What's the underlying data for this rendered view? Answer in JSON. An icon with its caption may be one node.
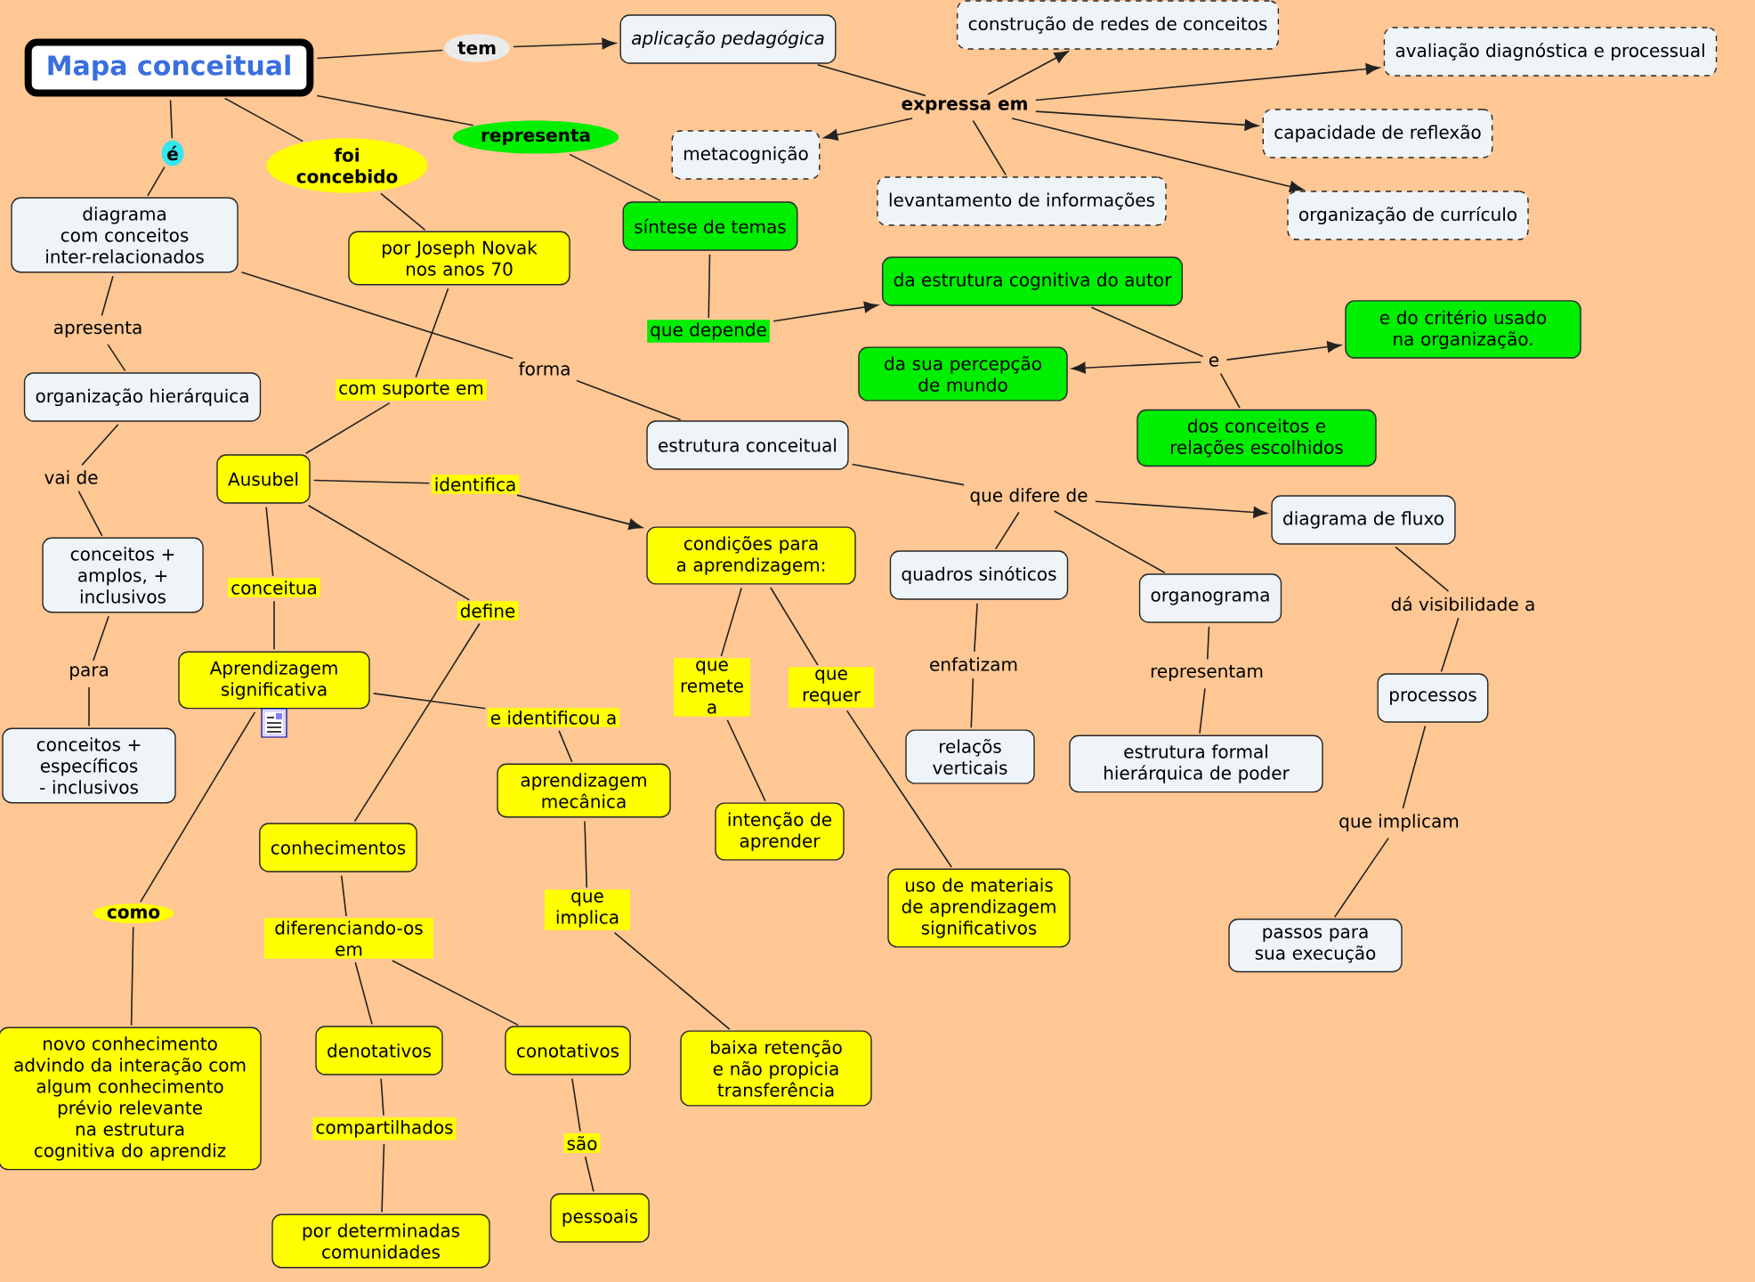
{
  "diagram": {
    "nodes": [
      {
        "text": [
          "Mapa conceitual"
        ]
      },
      {
        "text": [
          "aplicação pedagógica"
        ]
      },
      {
        "text": [
          "construção de redes de conceitos"
        ]
      },
      {
        "text": [
          "avaliação diagnóstica e processual"
        ]
      },
      {
        "text": [
          "capacidade de reflexão"
        ]
      },
      {
        "text": [
          "metacognição"
        ]
      },
      {
        "text": [
          "levantamento de informações"
        ]
      },
      {
        "text": [
          "organização de currículo"
        ]
      },
      {
        "text": [
          "diagrama com conceitos inter-relacionados"
        ]
      },
      {
        "text": [
          "por Joseph Novak nos anos 70"
        ]
      },
      {
        "text": [
          "síntese de temas"
        ]
      },
      {
        "text": [
          "da estrutura cognitiva do autor"
        ]
      },
      {
        "text": [
          "da sua percepção de mundo"
        ]
      },
      {
        "text": [
          "e do critério usado na organização."
        ]
      },
      {
        "text": [
          "dos conceitos e relações escolhidos"
        ]
      },
      {
        "text": [
          "organização hierárquica"
        ]
      },
      {
        "text": [
          "estrutura conceitual"
        ]
      },
      {
        "text": [
          "Ausubel"
        ]
      },
      {
        "text": [
          "condições para a aprendizagem:"
        ]
      },
      {
        "text": [
          "diagrama de fluxo"
        ]
      },
      {
        "text": [
          "quadros sinóticos"
        ]
      },
      {
        "text": [
          "organograma"
        ]
      },
      {
        "text": [
          "conceitos + amplos, + inclusivos"
        ]
      },
      {
        "text": [
          "Aprendizagem significativa"
        ]
      },
      {
        "text": [
          "conceitos + específicos - inclusivos"
        ]
      },
      {
        "text": [
          "aprendizagem mecânica"
        ]
      },
      {
        "text": [
          "intenção de aprender"
        ]
      },
      {
        "text": [
          "uso de materiais de aprendizagem significativos"
        ]
      },
      {
        "text": [
          "relaçõs verticais"
        ]
      },
      {
        "text": [
          "estrutura formal hierárquica de poder"
        ]
      },
      {
        "text": [
          "processos"
        ]
      },
      {
        "text": [
          "conhecimentos"
        ]
      },
      {
        "text": [
          "passos para sua execução"
        ]
      },
      {
        "text": [
          "novo conhecimento advindo da interação com algum conhecimento prévio relevante na estrutura cognitiva do aprendiz"
        ]
      },
      {
        "text": [
          "denotativos"
        ]
      },
      {
        "text": [
          "conotativos"
        ]
      },
      {
        "text": [
          "baixa retenção e não propicia transferência"
        ]
      },
      {
        "text": [
          "por determinadas comunidades"
        ]
      },
      {
        "text": [
          "pessoais"
        ]
      },
      {
        "text": [
          "tem"
        ]
      },
      {
        "text": [
          "é"
        ]
      },
      {
        "text": [
          "foi concebido"
        ]
      },
      {
        "text": [
          "representa"
        ]
      },
      {
        "text": [
          "expressa em"
        ]
      },
      {
        "text": [
          "que depende"
        ]
      },
      {
        "text": [
          "e"
        ]
      },
      {
        "text": [
          "apresenta"
        ]
      },
      {
        "text": [
          "com suporte em"
        ]
      },
      {
        "text": [
          "forma"
        ]
      },
      {
        "text": [
          "vai de"
        ]
      },
      {
        "text": [
          "identifica"
        ]
      },
      {
        "text": [
          "conceitua"
        ]
      },
      {
        "text": [
          "define"
        ]
      },
      {
        "text": [
          "que difere de"
        ]
      },
      {
        "text": [
          "para"
        ]
      },
      {
        "text": [
          "e identificou a"
        ]
      },
      {
        "text": [
          "que remete a"
        ]
      },
      {
        "text": [
          "que requer"
        ]
      },
      {
        "text": [
          "enfatizam"
        ]
      },
      {
        "text": [
          "representam"
        ]
      },
      {
        "text": [
          "dá visibilidade a"
        ]
      },
      {
        "text": [
          "que implicam"
        ]
      },
      {
        "text": [
          "como"
        ]
      },
      {
        "text": [
          "diferenciando-os em"
        ]
      },
      {
        "text": [
          "que implica"
        ]
      },
      {
        "text": [
          "compartilhados"
        ]
      },
      {
        "text": [
          "são"
        ]
      }
    ],
    "edges": [
      {
        "from": 0,
        "to": 39,
        "arrow": "none"
      },
      {
        "from": 39,
        "to": 1,
        "arrow": "to"
      },
      {
        "from": 0,
        "to": 40,
        "arrow": "none"
      },
      {
        "from": 40,
        "to": 8,
        "arrow": "none"
      },
      {
        "from": 0,
        "to": 41,
        "arrow": "none"
      },
      {
        "from": 41,
        "to": 9,
        "arrow": "none"
      },
      {
        "from": 0,
        "to": 42,
        "arrow": "none"
      },
      {
        "from": 42,
        "to": 10,
        "arrow": "none"
      },
      {
        "from": 1,
        "to": 43,
        "arrow": "none"
      },
      {
        "from": 43,
        "to": 2,
        "arrow": "to"
      },
      {
        "from": 43,
        "to": 3,
        "arrow": "to"
      },
      {
        "from": 43,
        "to": 4,
        "arrow": "to"
      },
      {
        "from": 43,
        "to": 7,
        "arrow": "to"
      },
      {
        "from": 43,
        "to": 5,
        "arrow": "to"
      },
      {
        "from": 43,
        "to": 6,
        "arrow": "none"
      },
      {
        "from": 10,
        "to": 44,
        "arrow": "none"
      },
      {
        "from": 44,
        "to": 11,
        "arrow": "to"
      },
      {
        "from": 11,
        "to": 45,
        "arrow": "none"
      },
      {
        "from": 45,
        "to": 12,
        "arrow": "to"
      },
      {
        "from": 45,
        "to": 13,
        "arrow": "to"
      },
      {
        "from": 45,
        "to": 14,
        "arrow": "none"
      },
      {
        "from": 8,
        "to": 46,
        "arrow": "none"
      },
      {
        "from": 46,
        "to": 15,
        "arrow": "none"
      },
      {
        "from": 9,
        "to": 47,
        "arrow": "none"
      },
      {
        "from": 47,
        "to": 17,
        "arrow": "none"
      },
      {
        "from": 8,
        "to": 48,
        "arrow": "none"
      },
      {
        "from": 48,
        "to": 16,
        "arrow": "none"
      },
      {
        "from": 15,
        "to": 49,
        "arrow": "none"
      },
      {
        "from": 49,
        "to": 22,
        "arrow": "none"
      },
      {
        "from": 17,
        "to": 50,
        "arrow": "none"
      },
      {
        "from": 50,
        "to": 18,
        "arrow": "to"
      },
      {
        "from": 17,
        "to": 51,
        "arrow": "none"
      },
      {
        "from": 51,
        "to": 23,
        "arrow": "none"
      },
      {
        "from": 17,
        "to": 52,
        "arrow": "none"
      },
      {
        "from": 52,
        "to": 31,
        "arrow": "none"
      },
      {
        "from": 16,
        "to": 53,
        "arrow": "none"
      },
      {
        "from": 53,
        "to": 19,
        "arrow": "to"
      },
      {
        "from": 53,
        "to": 20,
        "arrow": "none"
      },
      {
        "from": 53,
        "to": 21,
        "arrow": "none"
      },
      {
        "from": 22,
        "to": 54,
        "arrow": "none"
      },
      {
        "from": 54,
        "to": 24,
        "arrow": "none"
      },
      {
        "from": 23,
        "to": 55,
        "arrow": "none"
      },
      {
        "from": 55,
        "to": 25,
        "arrow": "none"
      },
      {
        "from": 18,
        "to": 56,
        "arrow": "none"
      },
      {
        "from": 56,
        "to": 26,
        "arrow": "none"
      },
      {
        "from": 18,
        "to": 57,
        "arrow": "none"
      },
      {
        "from": 57,
        "to": 27,
        "arrow": "none"
      },
      {
        "from": 20,
        "to": 58,
        "arrow": "none"
      },
      {
        "from": 58,
        "to": 28,
        "arrow": "none"
      },
      {
        "from": 21,
        "to": 59,
        "arrow": "none"
      },
      {
        "from": 59,
        "to": 29,
        "arrow": "none"
      },
      {
        "from": 19,
        "to": 60,
        "arrow": "none"
      },
      {
        "from": 60,
        "to": 30,
        "arrow": "none"
      },
      {
        "from": 30,
        "to": 61,
        "arrow": "none"
      },
      {
        "from": 61,
        "to": 32,
        "arrow": "none"
      },
      {
        "from": 23,
        "to": 62,
        "arrow": "none"
      },
      {
        "from": 62,
        "to": 33,
        "arrow": "none"
      },
      {
        "from": 31,
        "to": 63,
        "arrow": "none"
      },
      {
        "from": 63,
        "to": 34,
        "arrow": "none"
      },
      {
        "from": 63,
        "to": 35,
        "arrow": "none"
      },
      {
        "from": 25,
        "to": 64,
        "arrow": "none"
      },
      {
        "from": 64,
        "to": 36,
        "arrow": "none"
      },
      {
        "from": 34,
        "to": 65,
        "arrow": "none"
      },
      {
        "from": 65,
        "to": 37,
        "arrow": "none"
      },
      {
        "from": 35,
        "to": 66,
        "arrow": "none"
      },
      {
        "from": 66,
        "to": 38,
        "arrow": "none"
      }
    ]
  }
}
